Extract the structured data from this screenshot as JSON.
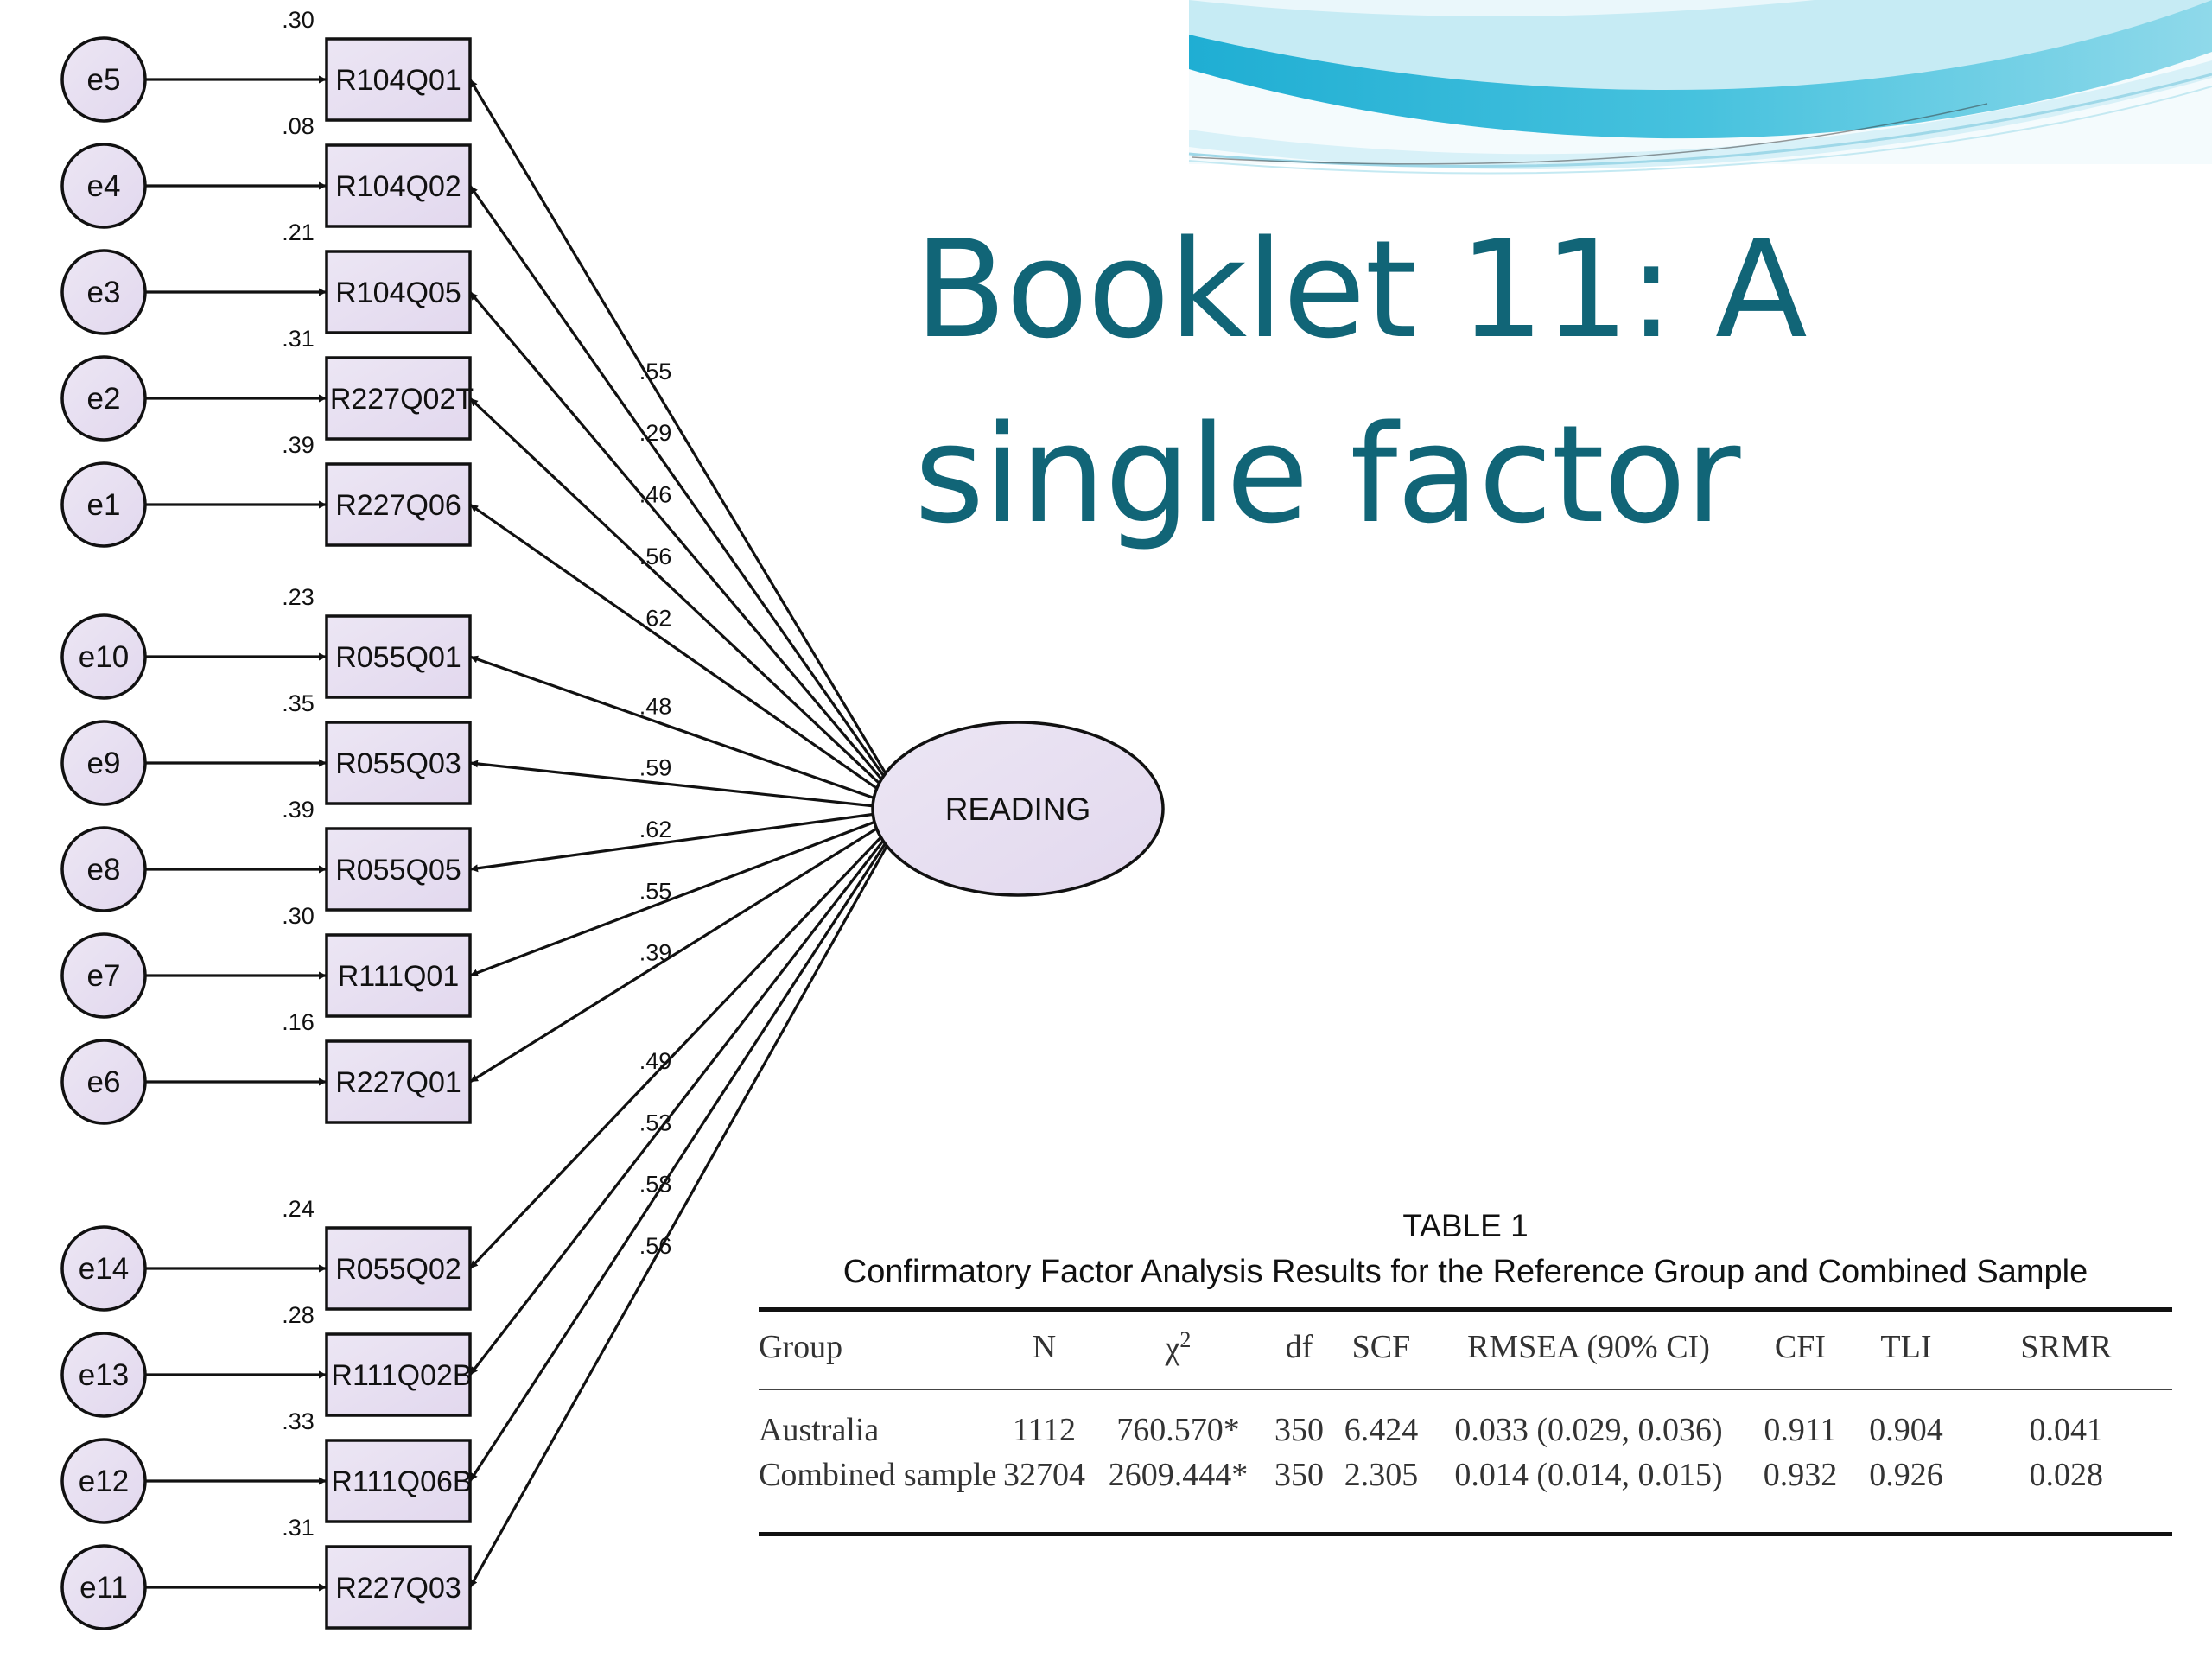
{
  "title": "Booklet 11: A single factor",
  "diagram": {
    "latent": "READING",
    "groups": [
      [
        {
          "error": "e5",
          "item": "R104Q01",
          "r2": ".30",
          "loading": ".55"
        },
        {
          "error": "e4",
          "item": "R104Q02",
          "r2": ".08",
          "loading": ".29"
        },
        {
          "error": "e3",
          "item": "R104Q05",
          "r2": ".21",
          "loading": ".46"
        },
        {
          "error": "e2",
          "item": "R227Q02T",
          "r2": ".31",
          "loading": ".56"
        },
        {
          "error": "e1",
          "item": "R227Q06",
          "r2": ".39",
          "loading": ".62"
        }
      ],
      [
        {
          "error": "e10",
          "item": "R055Q01",
          "r2": ".23",
          "loading": ".48"
        },
        {
          "error": "e9",
          "item": "R055Q03",
          "r2": ".35",
          "loading": ".59"
        },
        {
          "error": "e8",
          "item": "R055Q05",
          "r2": ".39",
          "loading": ".62"
        },
        {
          "error": "e7",
          "item": "R111Q01",
          "r2": ".30",
          "loading": ".55"
        },
        {
          "error": "e6",
          "item": "R227Q01",
          "r2": ".16",
          "loading": ".39"
        }
      ],
      [
        {
          "error": "e14",
          "item": "R055Q02",
          "r2": ".24",
          "loading": ".49"
        },
        {
          "error": "e13",
          "item": "R111Q02B",
          "r2": ".28",
          "loading": ".53"
        },
        {
          "error": "e12",
          "item": "R111Q06B",
          "r2": ".33",
          "loading": ".58"
        },
        {
          "error": "e11",
          "item": "R227Q03",
          "r2": ".31",
          "loading": ".56"
        }
      ]
    ]
  },
  "table": {
    "title": "TABLE 1",
    "subtitle": "Confirmatory Factor Analysis Results for the Reference Group and Combined Sample",
    "headers": [
      "Group",
      "N",
      "χ",
      "df",
      "SCF",
      "RMSEA (90% CI)",
      "CFI",
      "TLI",
      "SRMR"
    ],
    "chi_superscript": "2",
    "rows": [
      [
        "Australia",
        "1112",
        "760.570*",
        "350",
        "6.424",
        "0.033 (0.029, 0.036)",
        "0.911",
        "0.904",
        "0.041"
      ],
      [
        "Combined sample",
        "32704",
        "2609.444*",
        "350",
        "2.305",
        "0.014 (0.014, 0.015)",
        "0.932",
        "0.926",
        "0.028"
      ]
    ]
  },
  "colors": {
    "title": "#116577",
    "node_fill": "#e6e0f0",
    "wave_top": "#2cb4d6",
    "wave_light": "#a9e0ee",
    "wave_pale": "#dff3f9"
  }
}
